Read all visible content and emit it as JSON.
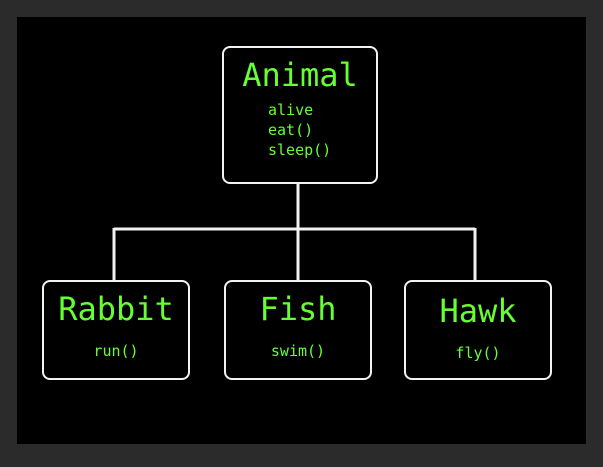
{
  "colors": {
    "outer_background": "#2b2b2b",
    "canvas_background": "#000000",
    "box_border": "#f2f2f2",
    "connector": "#f2f2f2",
    "text": "#66ff33"
  },
  "diagram": {
    "parent": {
      "title": "Animal",
      "members": [
        "alive",
        "eat()",
        "sleep()"
      ]
    },
    "children": [
      {
        "title": "Rabbit",
        "members": [
          "run()"
        ]
      },
      {
        "title": "Fish",
        "members": [
          "swim()"
        ]
      },
      {
        "title": "Hawk",
        "members": [
          "fly()"
        ]
      }
    ]
  }
}
